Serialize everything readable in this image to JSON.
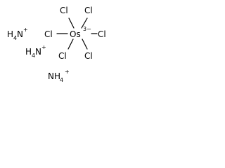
{
  "molecule": {
    "center": {
      "symbol": "Os",
      "charge": "3−"
    },
    "ligands": [
      "Cl",
      "Cl",
      "Cl",
      "Cl",
      "Cl",
      "Cl"
    ],
    "cations": [
      {
        "formula": "H",
        "subscript": "4",
        "base": "N",
        "charge": "+"
      },
      {
        "formula": "H",
        "subscript": "4",
        "base": "N",
        "charge": "+"
      },
      {
        "formula": "NH",
        "subscript": "4",
        "base": "",
        "charge": "+"
      }
    ]
  }
}
